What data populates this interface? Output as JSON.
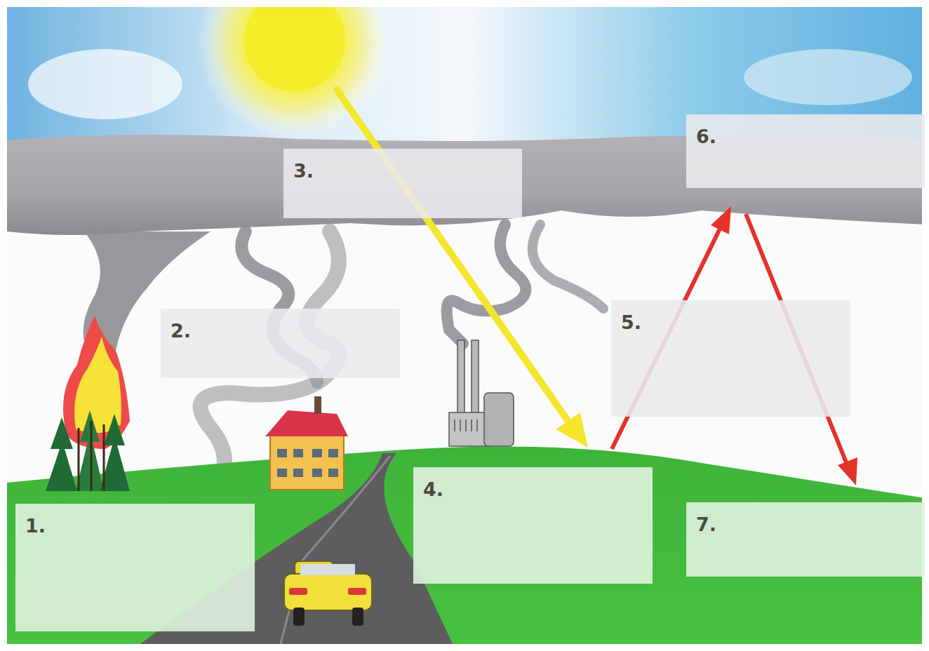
{
  "diagram": {
    "nodes": [
      {
        "text": [
          "1."
        ]
      },
      {
        "text": [
          "2."
        ]
      },
      {
        "text": [
          "3."
        ]
      },
      {
        "text": [
          "4."
        ]
      },
      {
        "text": [
          "5."
        ]
      },
      {
        "text": [
          "6."
        ]
      },
      {
        "text": [
          "7."
        ]
      }
    ]
  }
}
